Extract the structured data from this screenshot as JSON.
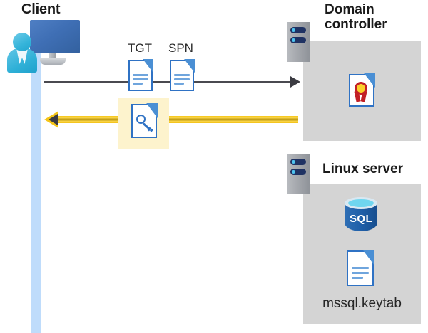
{
  "diagram": {
    "title_client": "Client",
    "title_domain_controller": "Domain\ncontroller",
    "title_linux_server": "Linux server",
    "labels": {
      "tgt": "TGT",
      "spn": "SPN",
      "keytab_file": "mssql.keytab",
      "sql_badge": "SQL"
    },
    "icons": {
      "client": "user-monitor-icon",
      "tgt_doc": "document-icon",
      "spn_doc": "document-icon",
      "ticket_key_doc": "key-document-icon",
      "certificate": "certificate-document-icon",
      "sql_database": "sql-database-icon",
      "keytab_doc": "document-icon",
      "dc_server": "server-icon",
      "linux_server": "server-icon"
    },
    "arrows": [
      {
        "name": "request-arrow",
        "direction": "right",
        "color": "#3b3b42",
        "from": "Client",
        "to": "Domain controller"
      },
      {
        "name": "reply-arrow",
        "direction": "left",
        "color": "#f5c518",
        "from": "Domain controller",
        "to": "Client"
      }
    ],
    "colors": {
      "lifeline": "#bfdcfb",
      "server_box": "#d4d4d4",
      "highlight_band": "#fdf3cd",
      "accent_blue": "#2f72c4",
      "arrow_gold": "#f5c518",
      "arrow_dark": "#3b3b42",
      "cert_red": "#c22026",
      "cert_gold": "#fbd12b",
      "sql_blue": "#1f5fa8"
    }
  }
}
